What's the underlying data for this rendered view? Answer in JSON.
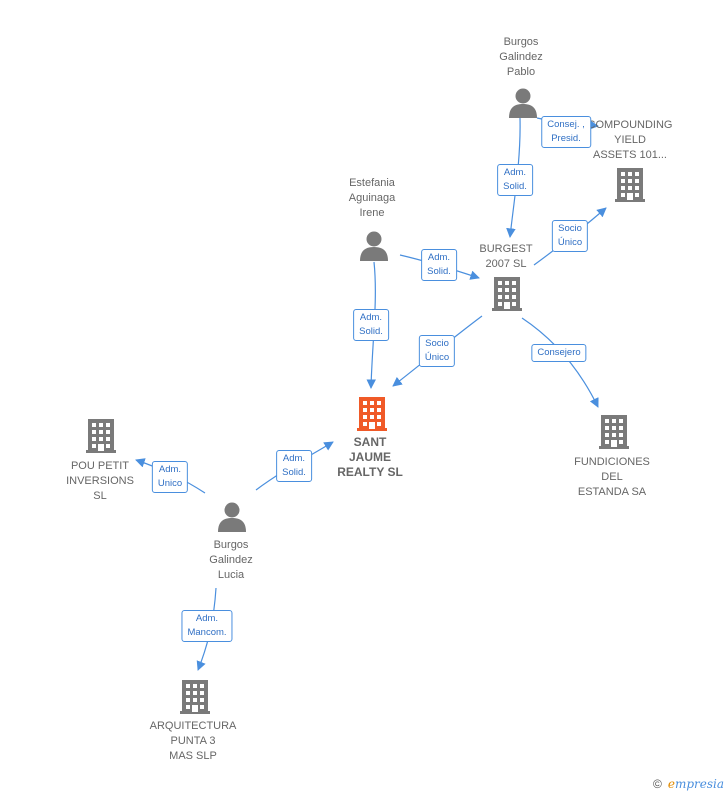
{
  "nodes": {
    "burgos_pablo": "Burgos\nGalindez\nPablo",
    "compounding": "COMPOUNDING\nYIELD\nASSETS 101...",
    "estefania": "Estefania\nAguinaga\nIrene",
    "burgest": "BURGEST\n2007 SL",
    "sant_jaume": "SANT\nJAUME\nREALTY  SL",
    "pou_petit": "POU PETIT\nINVERSIONS\nSL",
    "fundiciones": "FUNDICIONES\nDEL\nESTANDA SA",
    "burgos_lucia": "Burgos\nGalindez\nLucia",
    "arquitectura": "ARQUITECTURA\nPUNTA 3\nMAS  SLP"
  },
  "relations": {
    "consej_presid": "Consej. ,\nPresid.",
    "adm_solid_pablo": "Adm.\nSolid.",
    "socio_unico_compounding": "Socio\nÚnico",
    "adm_solid_estefania_burgest": "Adm.\nSolid.",
    "adm_solid_estefania_sant": "Adm.\nSolid.",
    "socio_unico_sant": "Socio\nÚnico",
    "consejero": "Consejero",
    "adm_unico_pou": "Adm.\nUnico",
    "adm_solid_lucia": "Adm.\nSolid.",
    "adm_mancom": "Adm.\nMancom."
  },
  "watermark": {
    "copyright": "©",
    "brand_e": "e",
    "brand_rest": "mpresia"
  },
  "colors": {
    "edge": "#4a8fde",
    "icon_gray": "#7a7a7a",
    "highlight": "#f05a28"
  }
}
